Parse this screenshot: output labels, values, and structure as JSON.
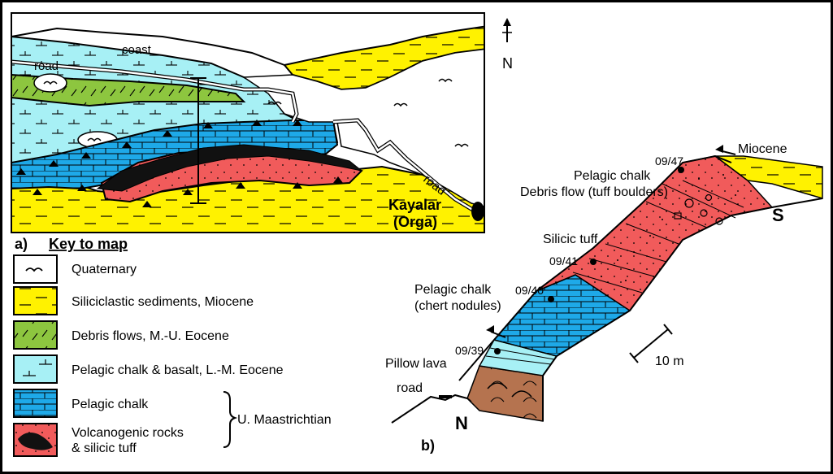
{
  "colors": {
    "miocene": "#fff200",
    "eocene_debris": "#8dc63f",
    "eocene_chalk": "#a7f0f5",
    "maastrichtian_chalk": "#1ea9e8",
    "volcanogenic": "#f15b5b",
    "pillow_lava": "#b5734f",
    "black": "#000000"
  },
  "map": {
    "label_coast": "coast",
    "label_road_left": "road",
    "label_road_right": "road",
    "town_name": "Kayalar",
    "town_alt": "(Orga)",
    "north_label": "N",
    "north_icon": "north-arrow-icon"
  },
  "panel_a_label": "a)",
  "panel_b_label": "b)",
  "key": {
    "title": "Key to map",
    "items": [
      {
        "label": "Quaternary",
        "swatch": "quaternary"
      },
      {
        "label": "Siliciclastic sediments,  Miocene",
        "swatch": "miocene"
      },
      {
        "label": "Debris flows,  M.-U. Eocene",
        "swatch": "debris"
      },
      {
        "label": "Pelagic chalk & basalt,   L.-M. Eocene",
        "swatch": "eocene_chalk"
      },
      {
        "label": "Pelagic chalk",
        "swatch": "maastrichtian_chalk"
      },
      {
        "label": "Volcanogenic rocks",
        "label2": "& silicic tuff",
        "swatch": "volcanogenic"
      }
    ],
    "bracket_label": "U. Maastrichtian"
  },
  "section": {
    "miocene": "Miocene",
    "s_label": "S",
    "n_label": "N",
    "sample_0947": "09/47",
    "pelagic_chalk_top": "Pelagic chalk",
    "debris_flow": "Debris flow (tuff boulders)",
    "silicic_tuff": "Silicic tuff",
    "sample_0941": "09/41",
    "pelagic_chalk_mid": "Pelagic chalk",
    "chert_nodules": "(chert nodules)",
    "sample_0940": "09/40",
    "sample_0939": "09/39",
    "pillow_lava": "Pillow lava",
    "road": "road",
    "scale": "10 m"
  }
}
